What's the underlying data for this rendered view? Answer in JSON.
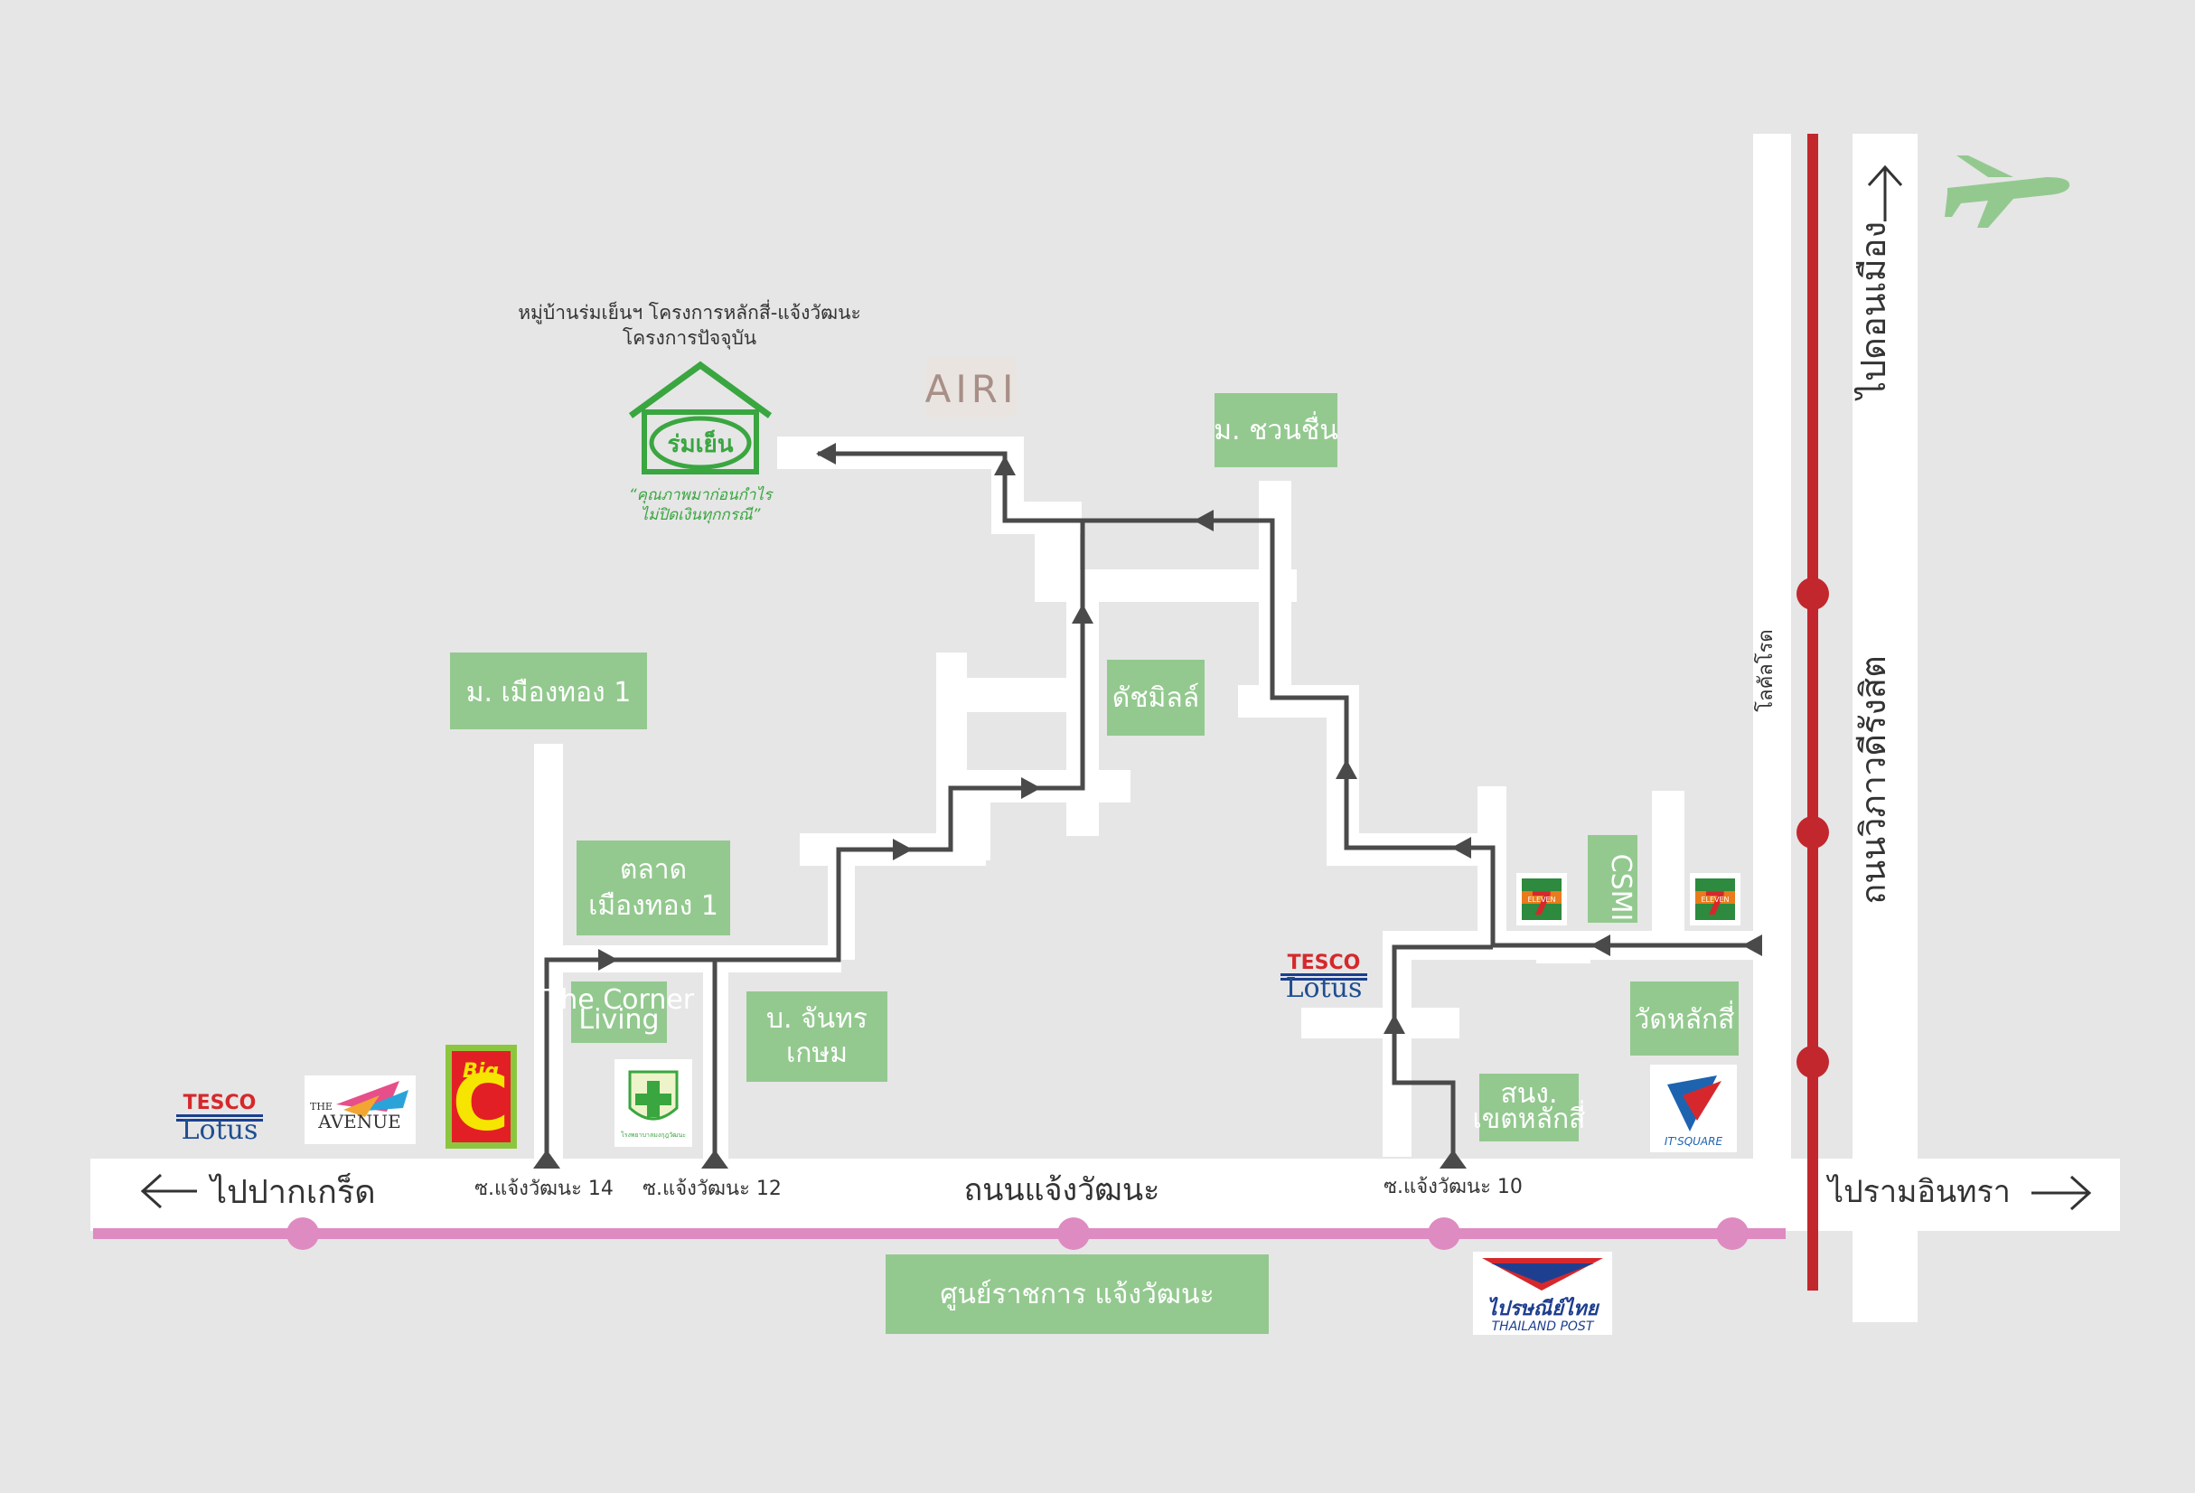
{
  "roads": {
    "main_road": "ถนนแจ้งวัฒนะ",
    "west_direction": "ไปปากเกร็ด",
    "east_direction": "ไปรามอินทรา",
    "north_direction": "ไปดอนเมือง",
    "highway": "ถนนวิภาวดีรังสิต",
    "local_road": "โลคัลโรด",
    "soi_14": "ซ.แจ้งวัฒนะ 14",
    "soi_12": "ซ.แจ้งวัฒนะ 12",
    "soi_10": "ซ.แจ้งวัฒนะ 10"
  },
  "project": {
    "caption_line1": "หมู่บ้านร่มเย็นฯ โครงการหลักสี่-แจ้งวัฒนะ",
    "caption_line2": "โครงการปัจจุบัน",
    "logo_text": "ร่มเย็น",
    "slogan_line1": "“คุณภาพมาก่อนกำไร",
    "slogan_line2": "ไม่ปิดเงินทุกกรณี”"
  },
  "landmarks": {
    "airi": "AIRI",
    "chuanchuen": "ม. ชวนชื่น",
    "muangthong1": "ม. เมืองทอง 1",
    "dutchmill": "ดัชมิลล์",
    "market_line1": "ตลาด",
    "market_line2": "เมืองทอง 1",
    "corner_line1": "The Corner",
    "corner_line2": "Living",
    "chanthorn_line1": "บ. จันทร",
    "chanthorn_line2": "เกษม",
    "wat": "วัดหลักสี่",
    "police_line1": "สนง.",
    "police_line2": "เขตหลักสี่",
    "gov_center": "ศูนย์ราชการ แจ้งวัฒนะ",
    "csmi": "CSMI"
  },
  "logos": {
    "tesco_top": "TESCO",
    "tesco_bottom": "Lotus",
    "avenue_the": "THE",
    "avenue_name": "AVENUE",
    "bigc_big": "Big",
    "bigc_c": "C",
    "seven_eleven": "ELEVEN",
    "seven_digit": "7",
    "itsquare": "IT'SQUARE",
    "thaipost_line1": "ไปรษณีย์ไทย",
    "thaipost_line2": "THAILAND POST",
    "hospital": "โรงพยาบาลมงกุฎวัฒนะ"
  },
  "colors": {
    "background": "#e6e6e6",
    "road": "#ffffff",
    "green_box": "#93c98f",
    "route": "#4a4a4a",
    "highway_line": "#c1272d",
    "pink_line": "#de8bc1",
    "airplane": "#93c98f"
  }
}
